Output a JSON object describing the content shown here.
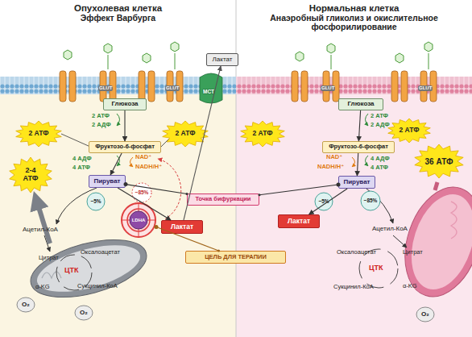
{
  "diagram": {
    "nodes": [
      {
        "text": [
          "Опухолевая клетка",
          "Эффект Варбурга"
        ]
      },
      {
        "text": [
          "Лактат"
        ],
        "in": 0
      },
      {
        "text": [
          "Глюкоза"
        ],
        "in": 0
      },
      {
        "text": [
          "2 АТФ"
        ],
        "in": 0
      },
      {
        "text": [
          "2 АТФ"
        ],
        "in": 0
      },
      {
        "text": [
          "Фруктозо-6-фосфат"
        ],
        "in": 0
      },
      {
        "text": [
          "2-4 АТФ"
        ],
        "in": 0
      },
      {
        "text": [
          "Пируват"
        ],
        "in": 0
      },
      {
        "text": [
          "~5%"
        ],
        "in": 0
      },
      {
        "text": [
          "~85%"
        ],
        "in": 0
      },
      {
        "text": [
          "LDHA"
        ],
        "in": 0
      },
      {
        "text": [
          "Лактат"
        ],
        "in": 0
      },
      {
        "text": [
          "O₂"
        ],
        "in": 0
      },
      {
        "text": [
          "O₂"
        ],
        "in": 0
      },
      {
        "text": [
          "Нормальная клетка",
          "Анаэробный гликолиз и окислительное фосфорилирование"
        ]
      },
      {
        "text": [
          "Глюкоза"
        ],
        "in": 14
      },
      {
        "text": [
          "2 АТФ"
        ],
        "in": 14
      },
      {
        "text": [
          "2 АТФ"
        ],
        "in": 14
      },
      {
        "text": [
          "Фруктозо-6-фосфат"
        ],
        "in": 14
      },
      {
        "text": [
          "Пируват"
        ],
        "in": 14
      },
      {
        "text": [
          "36 АТФ"
        ],
        "in": 14
      },
      {
        "text": [
          "~5%"
        ],
        "in": 14
      },
      {
        "text": [
          "~85%"
        ],
        "in": 14
      },
      {
        "text": [
          "Лактат"
        ],
        "in": 14
      },
      {
        "text": [
          "O₂"
        ],
        "in": 14
      },
      {
        "text": [
          "Точка бифуркации"
        ]
      },
      {
        "text": [
          "ЦЕЛЬ ДЛЯ ТЕРАПИИ"
        ]
      }
    ],
    "edges": [
      {
        "from": 2,
        "to": 5,
        "arrow": "to"
      },
      {
        "from": 5,
        "to": 7,
        "arrow": "to"
      },
      {
        "from": 7,
        "to": 11,
        "arrow": "to"
      },
      {
        "from": 11,
        "to": 1,
        "arrow": "to"
      },
      {
        "from": 25,
        "to": 7,
        "arrow": "none"
      },
      {
        "from": 25,
        "to": 19,
        "arrow": "none"
      },
      {
        "from": 26,
        "to": 10,
        "arrow": "none"
      },
      {
        "from": 15,
        "to": 18,
        "arrow": "to"
      },
      {
        "from": 18,
        "to": 19,
        "arrow": "to"
      },
      {
        "from": 19,
        "to": 23,
        "arrow": "to"
      }
    ],
    "labels": [
      "GLUT",
      "GLUT",
      "MCT",
      "2 АТФ",
      "2 АДФ",
      "4 АДФ",
      "4 АТФ",
      "NAD⁺",
      "NADH/H⁺",
      "Ацетил-КоА",
      "Цитрат",
      "Оксалоацетат",
      "ЦТК",
      "α-KG",
      "Сукцинил-КоА",
      "GLUT",
      "GLUT",
      "2 АТФ",
      "2 АДФ",
      "NAD⁺",
      "NADH/H⁺",
      "4 АДФ",
      "4 АТФ",
      "Ацетил-КоА",
      "Оксалоацетат",
      "Цитрат",
      "ЦТК",
      "Сукцинил-КоА",
      "α-KG"
    ]
  }
}
